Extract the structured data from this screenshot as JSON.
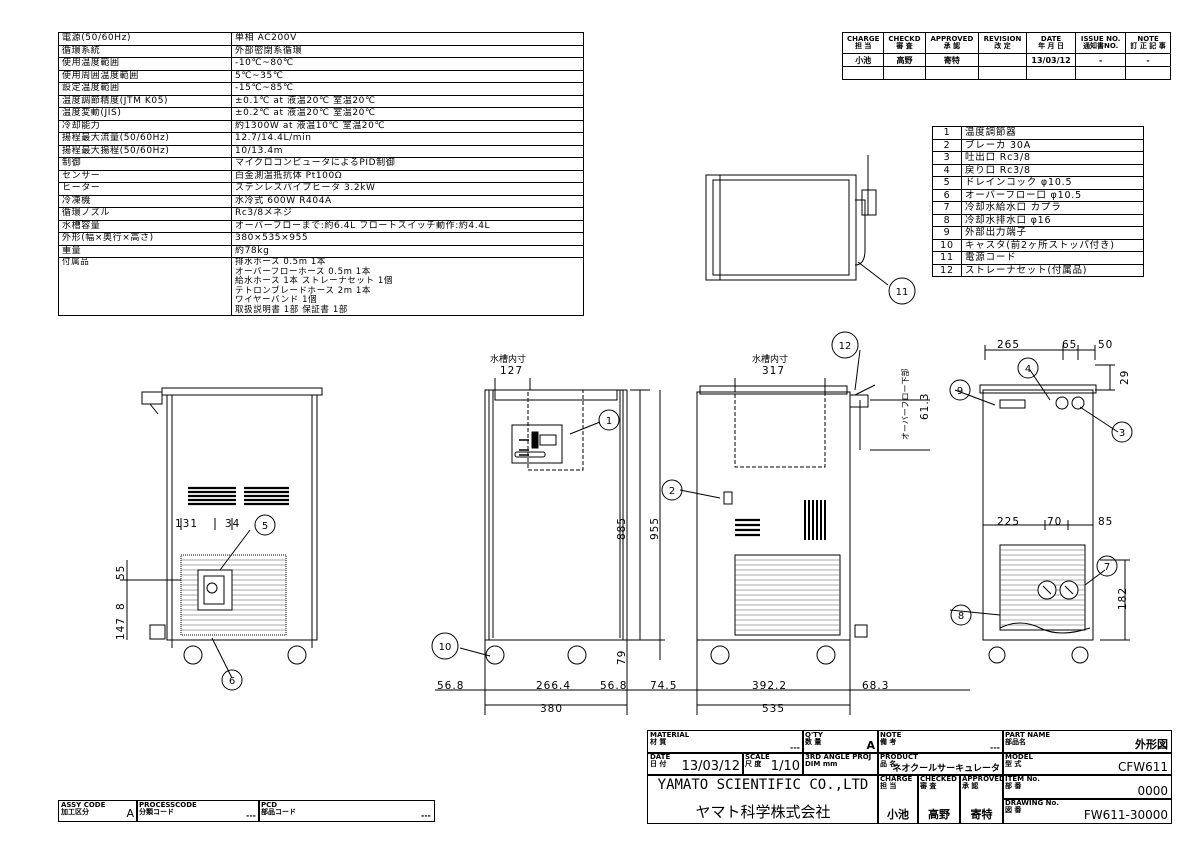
{
  "spec": [
    {
      "k": "電源(50/60Hz)",
      "v": "単相 AC200V"
    },
    {
      "k": "循環系統",
      "v": "外部密閉系循環"
    },
    {
      "k": "使用温度範囲",
      "v": "-10℃~80℃"
    },
    {
      "k": "使用周囲温度範囲",
      "v": "5℃~35℃"
    },
    {
      "k": "設定温度範囲",
      "v": "-15℃~85℃"
    },
    {
      "k": "温度調節精度(JTM K05)",
      "v": "±0.1℃ at 液温20℃ 室温20℃"
    },
    {
      "k": "温度変動(JIS)",
      "v": "±0.2℃ at 液温20℃ 室温20℃"
    },
    {
      "k": "冷却能力",
      "v": "約1300W at 液温10℃ 室温20℃"
    },
    {
      "k": "揚程最大流量(50/60Hz)",
      "v": "12.7/14.4L/min"
    },
    {
      "k": "揚程最大揚程(50/60Hz)",
      "v": "10/13.4m"
    },
    {
      "k": "制御",
      "v": "マイクロコンピュータによるPID制御"
    },
    {
      "k": "センサー",
      "v": "白金測温抵抗体 Pt100Ω"
    },
    {
      "k": "ヒーター",
      "v": "ステンレスパイプヒータ 3.2kW"
    },
    {
      "k": "冷凍機",
      "v": "水冷式 600W R404A"
    },
    {
      "k": "循環ノズル",
      "v": "Rc3/8メネジ"
    },
    {
      "k": "水槽容量",
      "v": "オーバーフローまで:約6.4L  フロートスイッチ動作:約4.4L"
    },
    {
      "k": "外形(幅×奥行×高さ)",
      "v": "380×535×955"
    },
    {
      "k": "重量",
      "v": "約78kg"
    }
  ],
  "accessories_label": "付属品",
  "accessories": "排水ホース 0.5m 1本\nオーバーフローホース 0.5m 1本\n給水ホース 1本 ストレーナセット 1個\nテトロンブレードホース 2m 1本\nワイヤーバンド 1個\n取扱説明書 1部 保証書 1部",
  "revision": {
    "headers": [
      "CHARGE\n担 当",
      "CHECKD\n審 査",
      "APPROVED\n承 認",
      "REVISION\n改 定",
      "DATE\n年 月 日",
      "ISSUE NO.\n通知書NO.",
      "NOTE\n訂 正 記 事"
    ],
    "row": [
      "小池",
      "高野",
      "寄特",
      "",
      "13/03/12",
      "-",
      "-"
    ]
  },
  "parts": [
    {
      "n": "1",
      "v": "温度調節器"
    },
    {
      "n": "2",
      "v": "ブレーカ 30A"
    },
    {
      "n": "3",
      "v": "吐出口 Rc3/8"
    },
    {
      "n": "4",
      "v": "戻り口 Rc3/8"
    },
    {
      "n": "5",
      "v": "ドレインコック φ10.5"
    },
    {
      "n": "6",
      "v": "オーバーフロー口 φ10.5"
    },
    {
      "n": "7",
      "v": "冷却水給水口 カプラ"
    },
    {
      "n": "8",
      "v": "冷却水排水口 φ16"
    },
    {
      "n": "9",
      "v": "外部出力端子"
    },
    {
      "n": "10",
      "v": "キャスタ(前2ヶ所ストッパ付き)"
    },
    {
      "n": "11",
      "v": "電源コード"
    },
    {
      "n": "12",
      "v": "ストレーナセット(付属品)"
    }
  ],
  "drawing": {
    "tank_inner_label": "水槽内寸",
    "overflow_label": "オーバーフロー下部",
    "callouts": [
      "1",
      "2",
      "3",
      "4",
      "5",
      "6",
      "7",
      "8",
      "9",
      "10",
      "11",
      "12"
    ],
    "dims": {
      "d127": "127",
      "d317": "317",
      "d885": "885",
      "d955": "955",
      "d79": "79",
      "d61_3": "61.3",
      "d265": "265",
      "d65": "65",
      "d50": "50",
      "d29": "29",
      "d225": "225",
      "d70": "70",
      "d85": "85",
      "d182": "182",
      "d131": "131",
      "d34": "34",
      "d55": "55",
      "d8": "8",
      "d147": "147",
      "d56_8a": "56.8",
      "d266_4": "266.4",
      "d56_8b": "56.8",
      "d74_5": "74.5",
      "d392_2": "392.2",
      "d68_3": "68.3",
      "d380": "380",
      "d535": "535"
    }
  },
  "title_block": {
    "material_label": "MATERIAL\n材 質",
    "material_val": "---",
    "qty_label": "Q'TY\n数 量",
    "qty_val": "A",
    "note_label": "NOTE\n備 考",
    "note_val": "---",
    "partname_label": "PART NAME\n部品名",
    "partname_val": "外形図",
    "date_label": "DATE\n日 付",
    "date_val": "13/03/12",
    "scale_label": "SCALE\n尺 度",
    "scale_val": "1/10",
    "angle_label": "3RD ANGLE PROJ\nDIM mm",
    "product_label": "PRODUCT\n品 名",
    "product_val": "ネオクールサーキュレータ",
    "model_label": "MODEL\n型 式",
    "model_val": "CFW611",
    "company_en": "YAMATO SCIENTIFIC CO.,LTD",
    "company_jp": "ヤマト科学株式会社",
    "charge_label": "CHARGE\n担 当",
    "charge_val": "小池",
    "checked_label": "CHECKED\n審 査",
    "checked_val": "高野",
    "approved_label": "APPROVED\n承 認",
    "approved_val": "寄特",
    "item_label": "ITEM No.\n部 番",
    "item_val": "0000",
    "drawing_label": "DRAWING No.\n図 番",
    "drawing_val": "FW611-30000",
    "assy_label": "ASSY CODE\n加工区分",
    "assy_val": "A",
    "process_label": "PROCESSCODE\n分類コード",
    "process_val": "---",
    "pcd_label": "PCD\n部品コード",
    "pcd_val": "---"
  }
}
